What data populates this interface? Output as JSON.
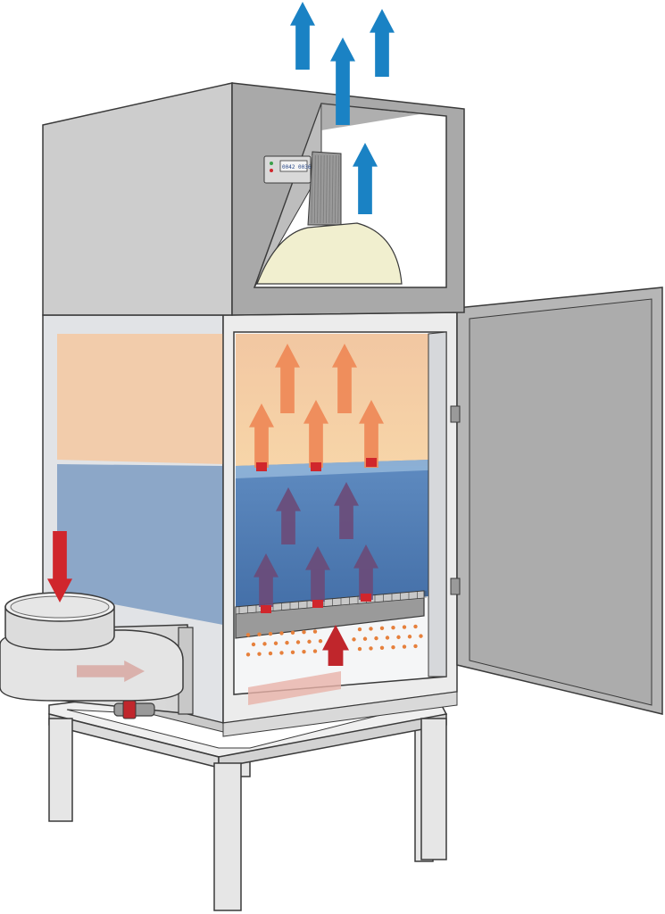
{
  "control_panel": {
    "display_text": "0042 0036"
  },
  "colors": {
    "background": "#ffffff",
    "outline": "#3a3a3a",
    "cabinet_grey": "#cbcbcb",
    "cabinet_grey_dark": "#a9a9a9",
    "door_grey": "#b4b4b4",
    "frame_grey": "#e6e6e6",
    "glass": "#dfe2e5",
    "filter_cream": "#f1efcf",
    "heat_zone": "#f4c8a0",
    "water_zone": "#5f8ec4",
    "clean_air_blue": "#1a82c4",
    "hot_air": "#ee8a58",
    "cooled_air": "#6b4a78",
    "inlet_red": "#d0262c"
  },
  "icons": {
    "exhaust_flow": "up-arrow-blue",
    "heat_flow": "up-arrow-orange",
    "scrub_flow": "up-arrow-purple",
    "inlet_flow": "down-arrow-red",
    "duct_flow": "right-arrow-grey"
  }
}
